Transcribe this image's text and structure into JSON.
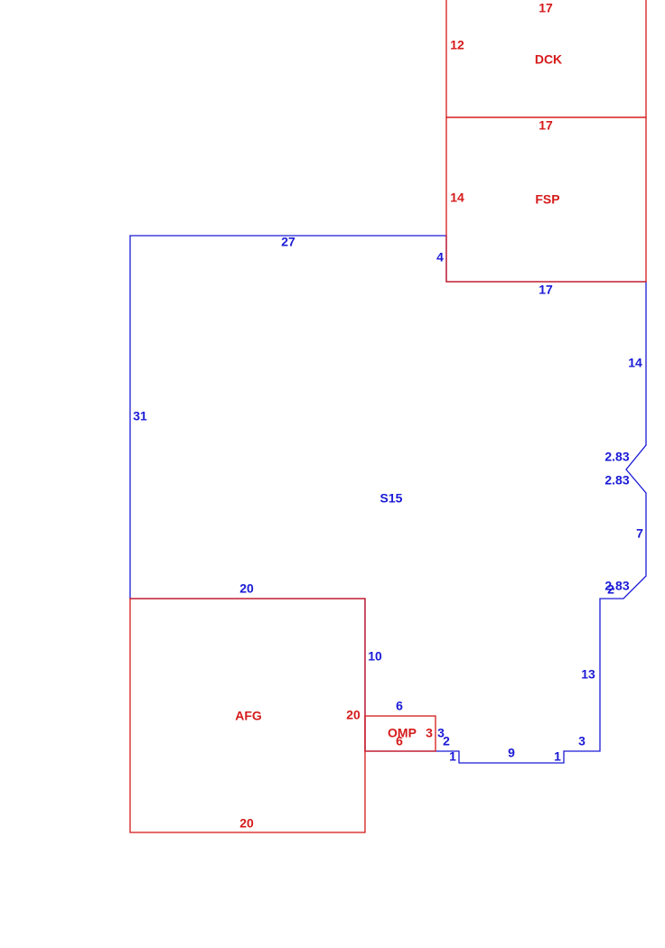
{
  "colors": {
    "main_outline": "#1a1ad6",
    "area_outline": "#d61a1a",
    "background": "#ffffff"
  },
  "areas": {
    "main": {
      "code": "S15"
    },
    "dck": {
      "code": "DCK",
      "dimensions": {
        "top": "17",
        "left": "12"
      }
    },
    "fsp": {
      "code": "FSP",
      "dimensions": {
        "top": "17",
        "left": "14"
      }
    },
    "afg": {
      "code": "AFG",
      "dimensions": {
        "right": "20",
        "bottom": "20"
      }
    },
    "omp": {
      "code": "OMP",
      "dimensions": {
        "top": "6",
        "right": "3",
        "bottom": "6"
      }
    }
  },
  "main_dimensions": {
    "top": "27",
    "fsp_left_stub": "4",
    "fsp_bottom": "17",
    "right_upper": "14",
    "notch_upper": "2.83",
    "notch_lower": "2.83",
    "right_middle": "7",
    "right_corner": "2.83",
    "step_short": "2",
    "right_lower": "13",
    "bottom_right_step": "3",
    "bottom_right_jog": "1",
    "bottom": "9",
    "bottom_left_jog": "1",
    "omp_side_step": "2",
    "omp_side": "3",
    "afg_right": "10",
    "afg_top": "20",
    "left": "31"
  }
}
